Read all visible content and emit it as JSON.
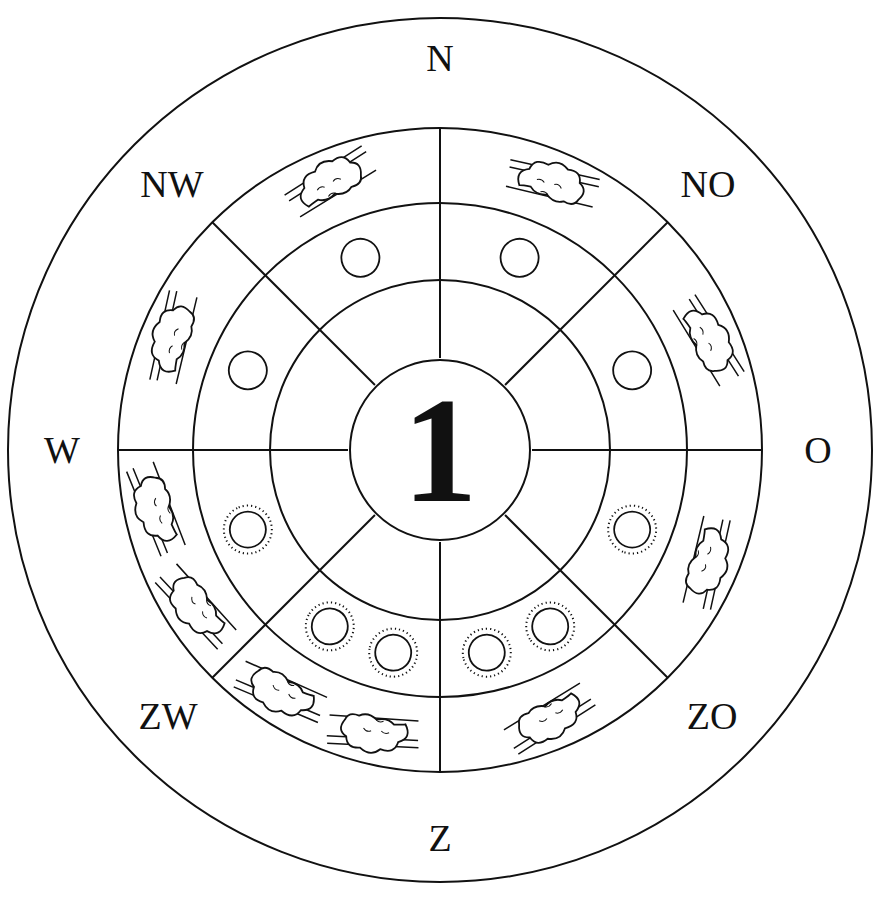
{
  "diagram": {
    "nodes": [
      {
        "text": [
          "1"
        ]
      }
    ],
    "labels": [
      "N",
      "NO",
      "O",
      "ZO",
      "Z",
      "ZW",
      "W",
      "NW"
    ]
  }
}
